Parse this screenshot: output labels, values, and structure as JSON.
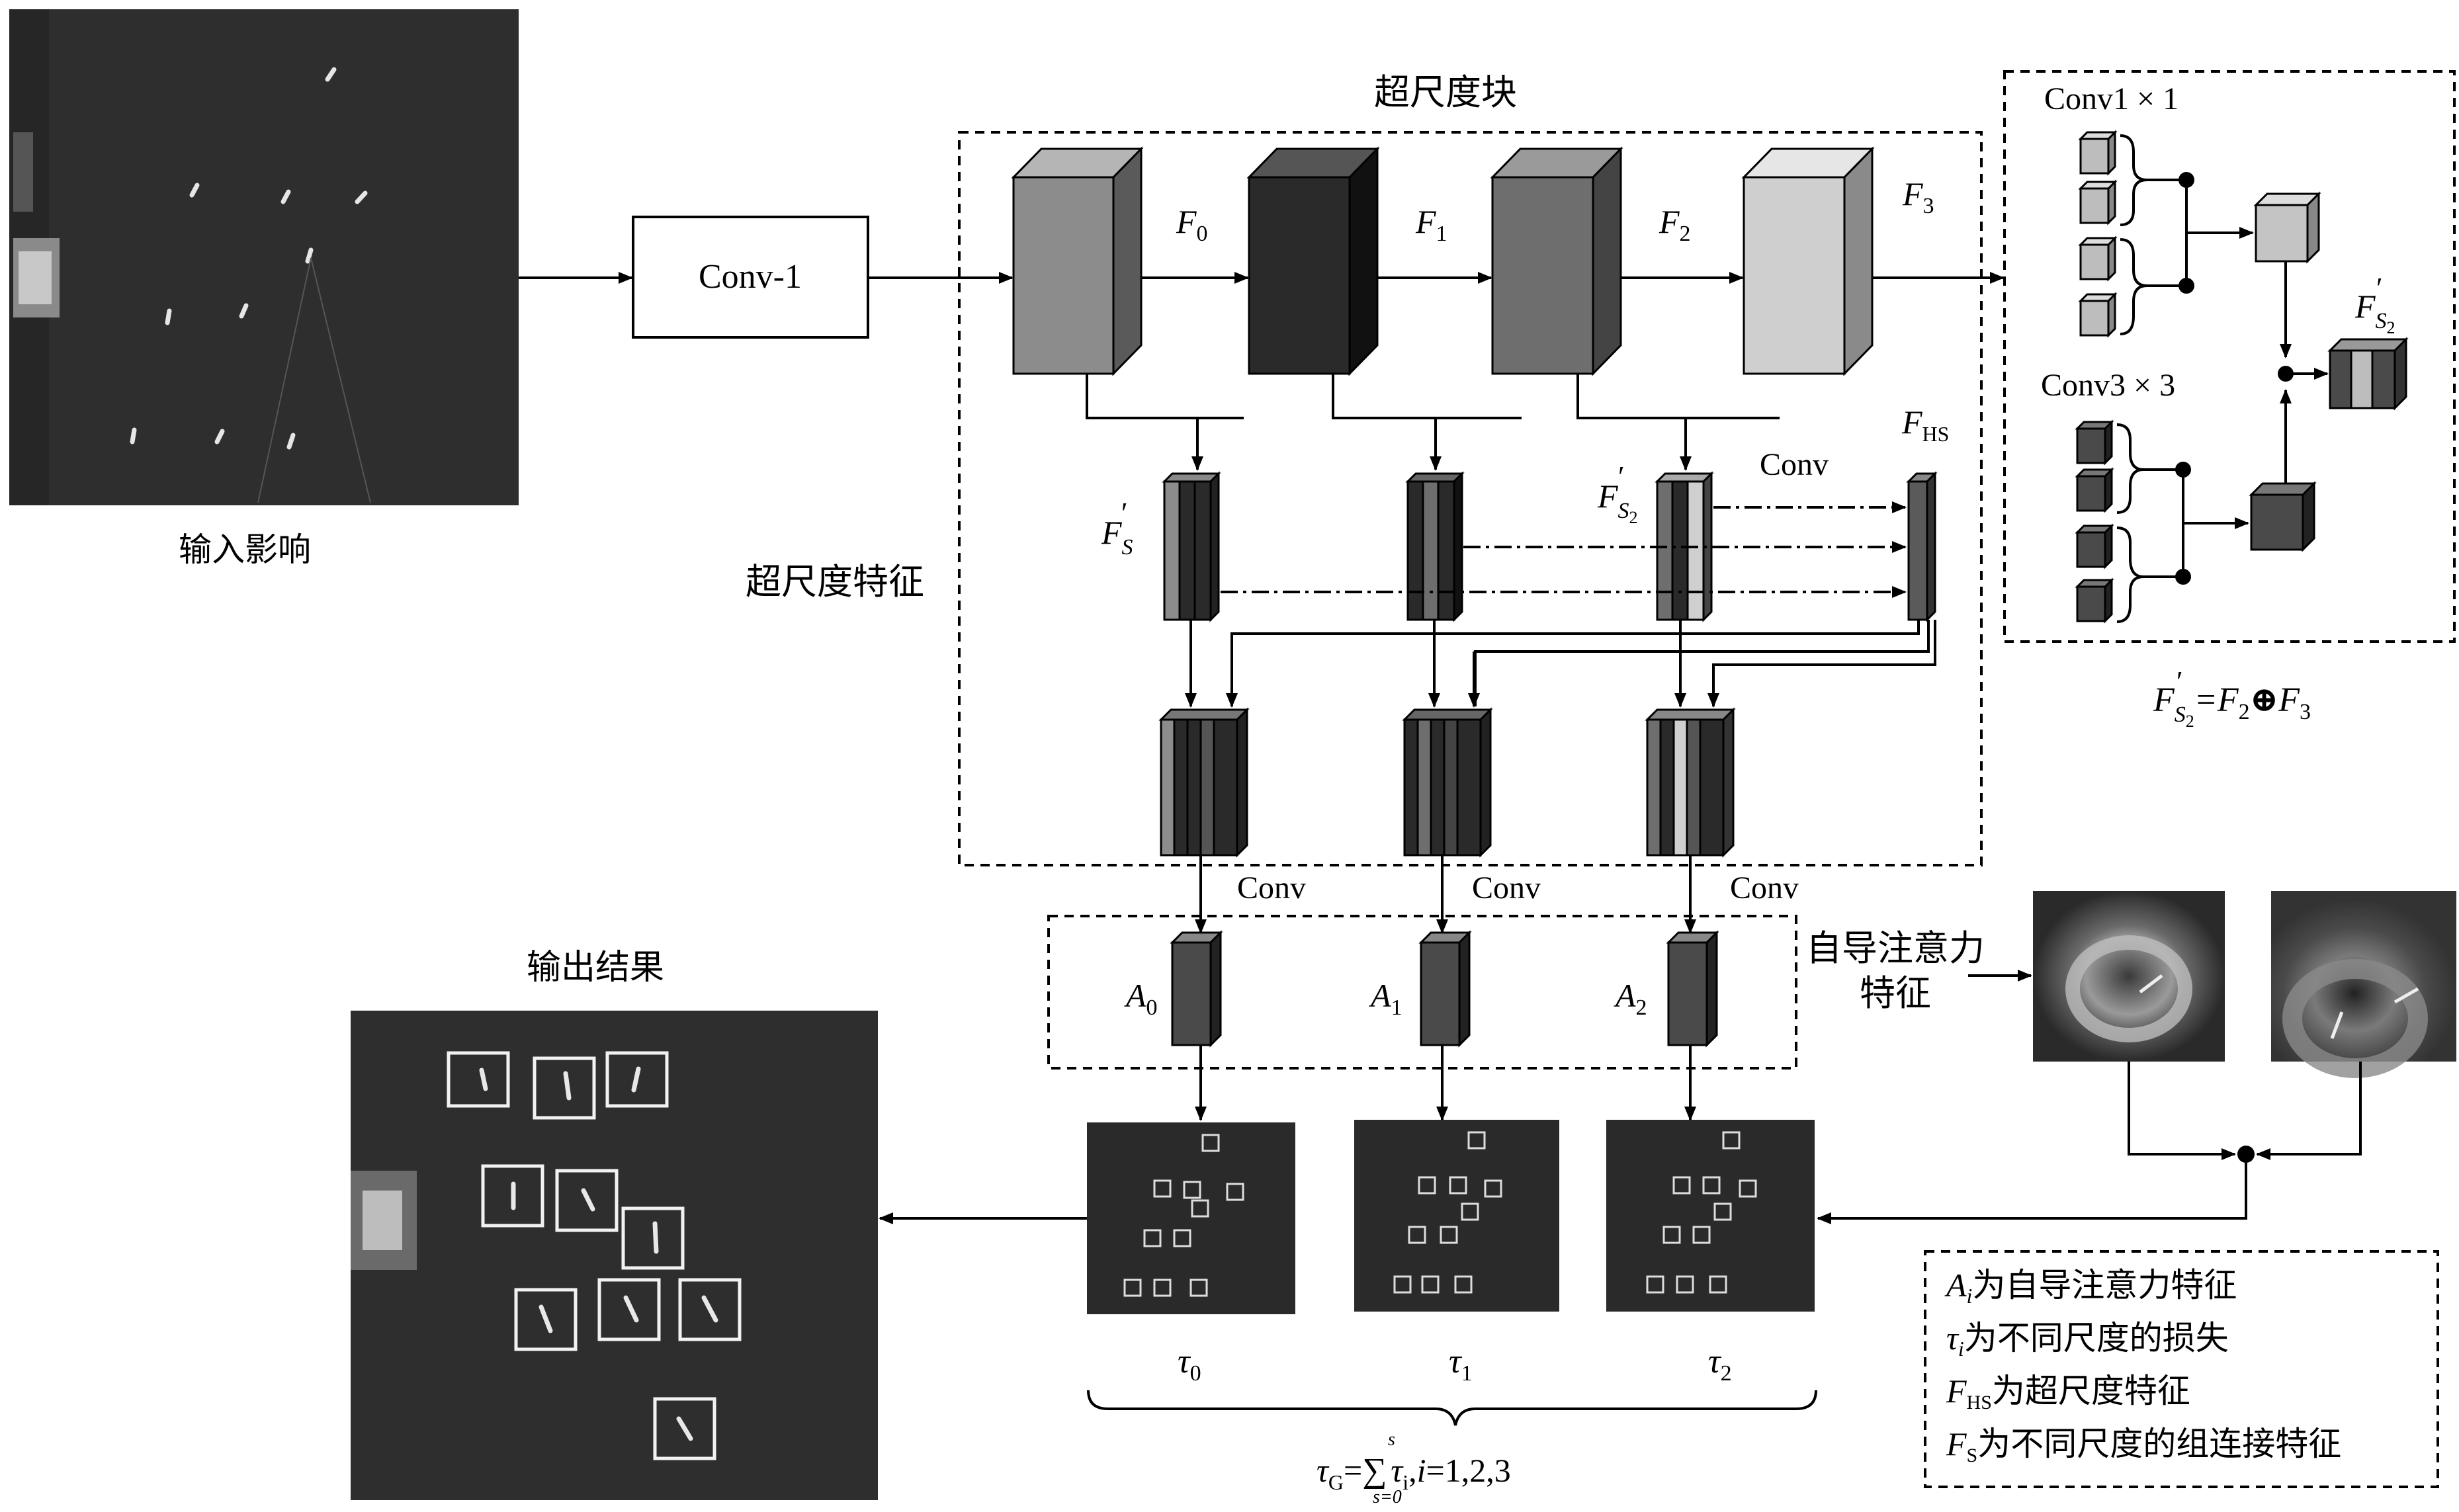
{
  "labels": {
    "input_caption": "输入影响",
    "output_caption": "输出结果",
    "conv1": "Conv-1",
    "super_block_title": "超尺度块",
    "super_feature": "超尺度特征",
    "self_attention": [
      "自导注意力",
      "特征"
    ],
    "conv": "Conv",
    "conv1x1": "Conv1 × 1",
    "conv3x3": "Conv3 × 3"
  },
  "features": {
    "F0": {
      "main": "F",
      "sub": "0"
    },
    "F1": {
      "main": "F",
      "sub": "1"
    },
    "F2": {
      "main": "F",
      "sub": "2"
    },
    "F3": {
      "main": "F",
      "sub": "3"
    },
    "FHS": {
      "main": "F",
      "sub": "HS"
    },
    "FS": {
      "main": "F",
      "sub": "S",
      "prime": "′"
    },
    "FS2": {
      "main": "F",
      "sub": "S",
      "subsub": "2",
      "prime": "′"
    }
  },
  "attention": [
    {
      "main": "A",
      "sub": "0"
    },
    {
      "main": "A",
      "sub": "1"
    },
    {
      "main": "A",
      "sub": "2"
    }
  ],
  "losses": [
    {
      "main": "τ",
      "sub": "0"
    },
    {
      "main": "τ",
      "sub": "1"
    },
    {
      "main": "τ",
      "sub": "2"
    }
  ],
  "formulas": {
    "fs2_equation": [
      "F",
      "′",
      "S",
      "2",
      "=F",
      "2",
      "⊕",
      "F",
      "3"
    ],
    "tau_g": [
      "τ",
      "G",
      "=",
      "∑",
      "s",
      "s=0",
      "τ",
      "i",
      ",",
      "i",
      "=1,2,3"
    ]
  },
  "legend": [
    {
      "sym": "A",
      "sub": "i",
      "text": "为自导注意力特征"
    },
    {
      "sym": "τ",
      "sub": "i",
      "text": "为不同尺度的损失"
    },
    {
      "sym": "F",
      "sub": "HS",
      "text": "为超尺度特征"
    },
    {
      "sym": "F",
      "sub": "S",
      "text": "为不同尺度的组连接特征"
    }
  ],
  "colors": {
    "cube_f0": "#8c8c8c",
    "cube_f1": "#2a2a2a",
    "cube_f2": "#6e6e6e",
    "cube_f3": "#cfcfcf",
    "attention_cube": "#4a4a4a",
    "sat_bg": "#2b2b2b"
  }
}
